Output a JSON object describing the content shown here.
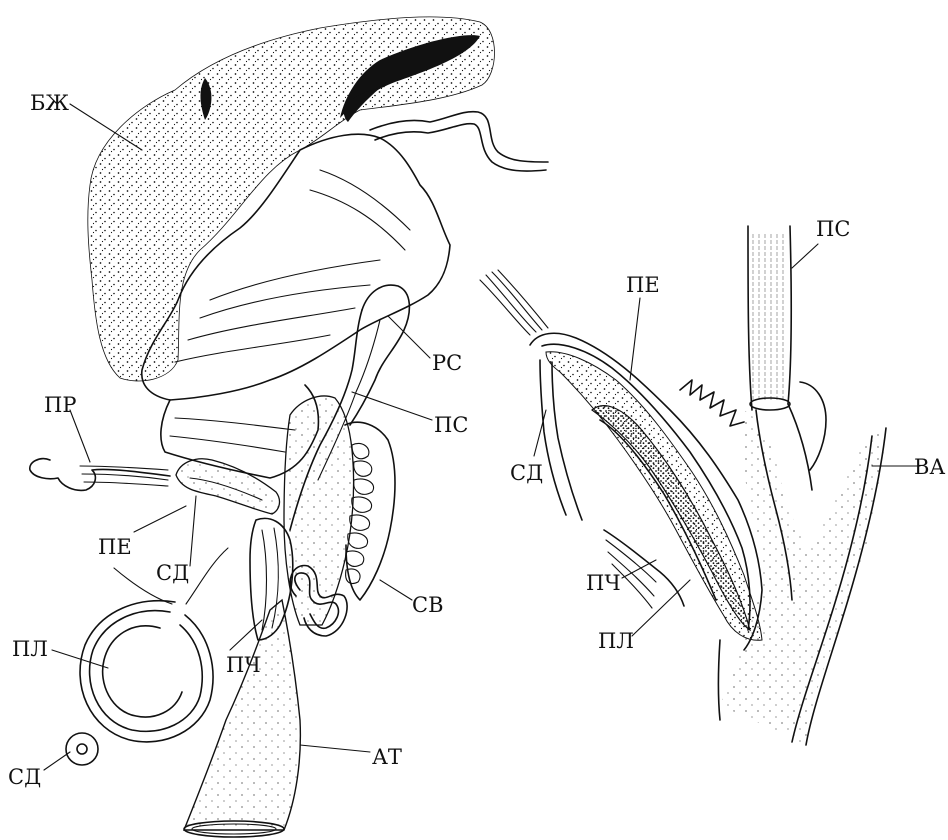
{
  "colors": {
    "ink": "#111111",
    "paper": "#ffffff"
  },
  "labels": {
    "bzh": "БЖ",
    "pr": "ПР",
    "pe_left": "ПЕ",
    "sd_mid": "СД",
    "pl_left": "ПЛ",
    "sd_bottom": "СД",
    "pch_left": "ПЧ",
    "rs": "РС",
    "ps_left": "ПС",
    "sv": "СВ",
    "at": "АТ",
    "ps_right": "ПС",
    "pe_right": "ПЕ",
    "sd_right": "СД",
    "pch_right": "ПЧ",
    "pl_right": "ПЛ",
    "va": "ВА"
  }
}
